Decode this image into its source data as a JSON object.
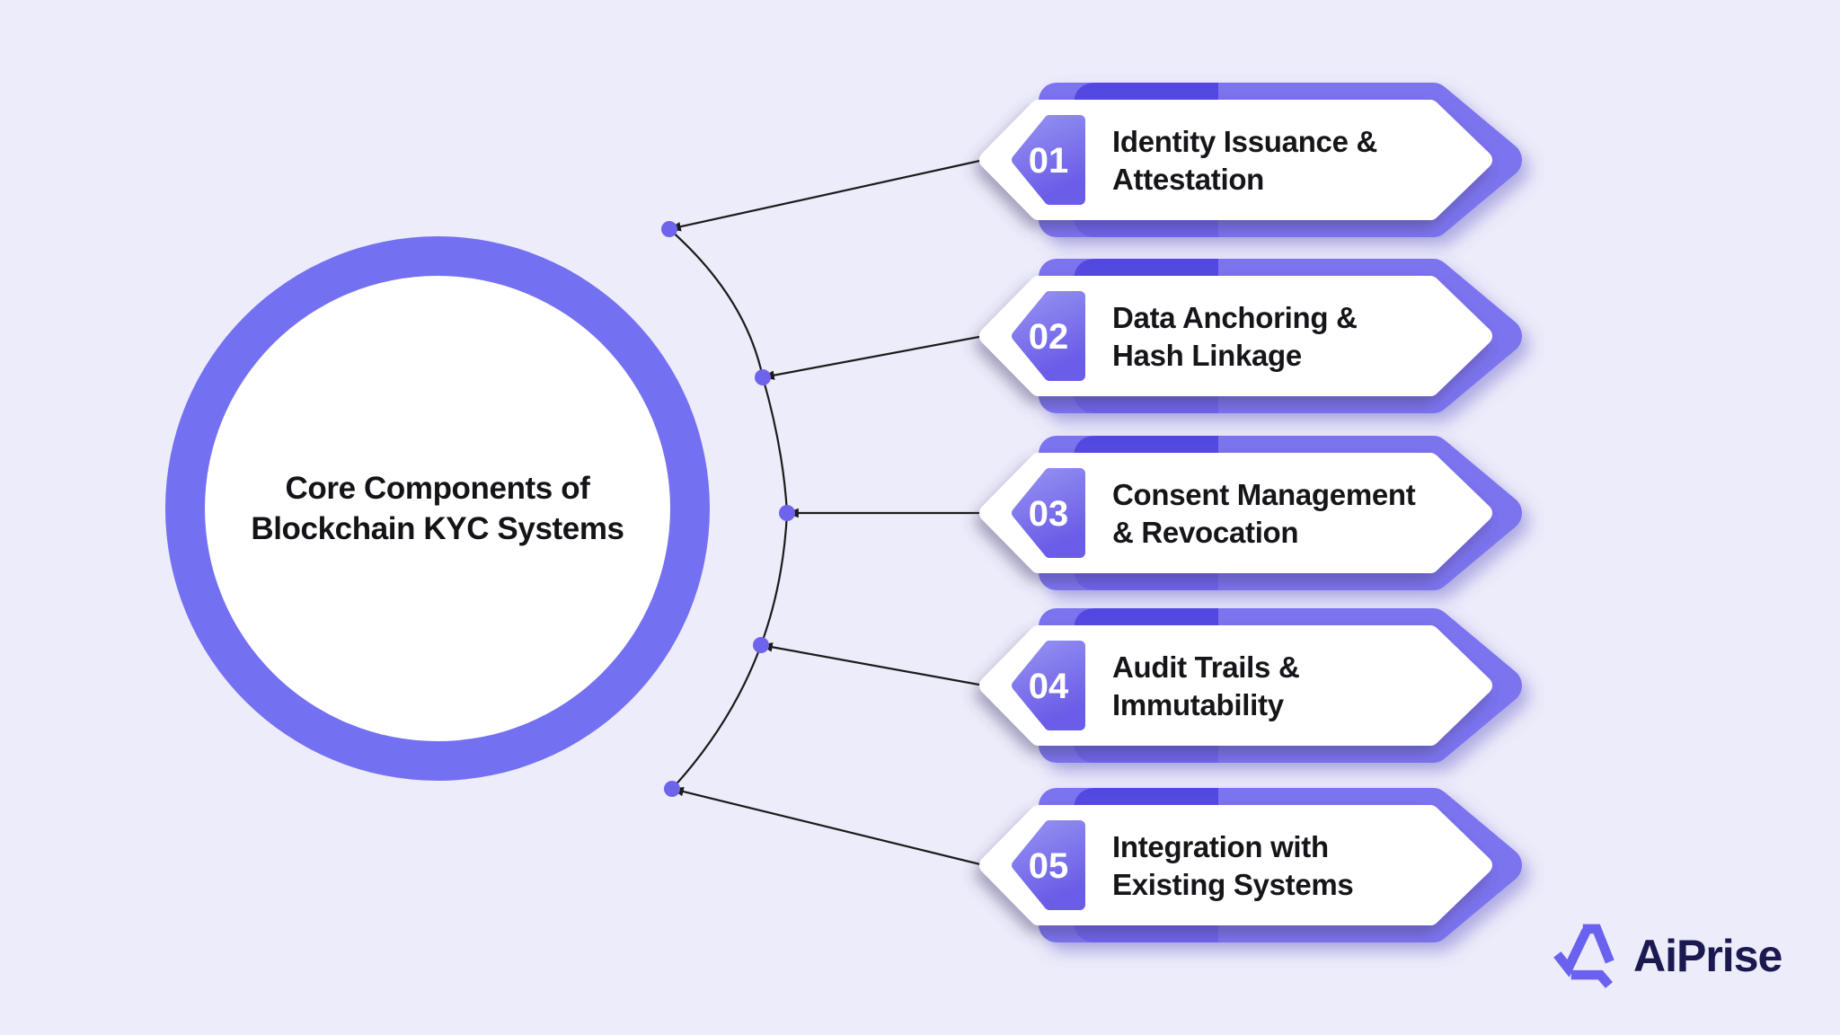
{
  "title": {
    "line1": "Core Components of",
    "line2": "Blockchain KYC Systems"
  },
  "items": [
    {
      "number": "01",
      "line1": "Identity Issuance &",
      "line2": "Attestation"
    },
    {
      "number": "02",
      "line1": "Data Anchoring &",
      "line2": "Hash Linkage"
    },
    {
      "number": "03",
      "line1": "Consent Management",
      "line2": "& Revocation"
    },
    {
      "number": "04",
      "line1": "Audit Trails &",
      "line2": "Immutability"
    },
    {
      "number": "05",
      "line1": "Integration with",
      "line2": "Existing Systems"
    }
  ],
  "logo": {
    "brand": "AiPrise",
    "mark_icon": "aiprise-triangle-logo-icon"
  },
  "colors": {
    "background": "#EDECFA",
    "circle_ring": "#7470F2",
    "banner_light_purple": "#7B73EF",
    "banner_dark_purple_top": "#5246E2",
    "banner_dark_purple_bottom": "#6F64EC",
    "badge_gradient_top": "#9590F1",
    "badge_gradient_bottom": "#6A5DE8",
    "connector_line": "#1b1b1b",
    "connector_dot": "#6E64EC",
    "text_dark": "#141418",
    "logo_navy": "#1A1950",
    "logo_purple": "#6A61EF"
  }
}
